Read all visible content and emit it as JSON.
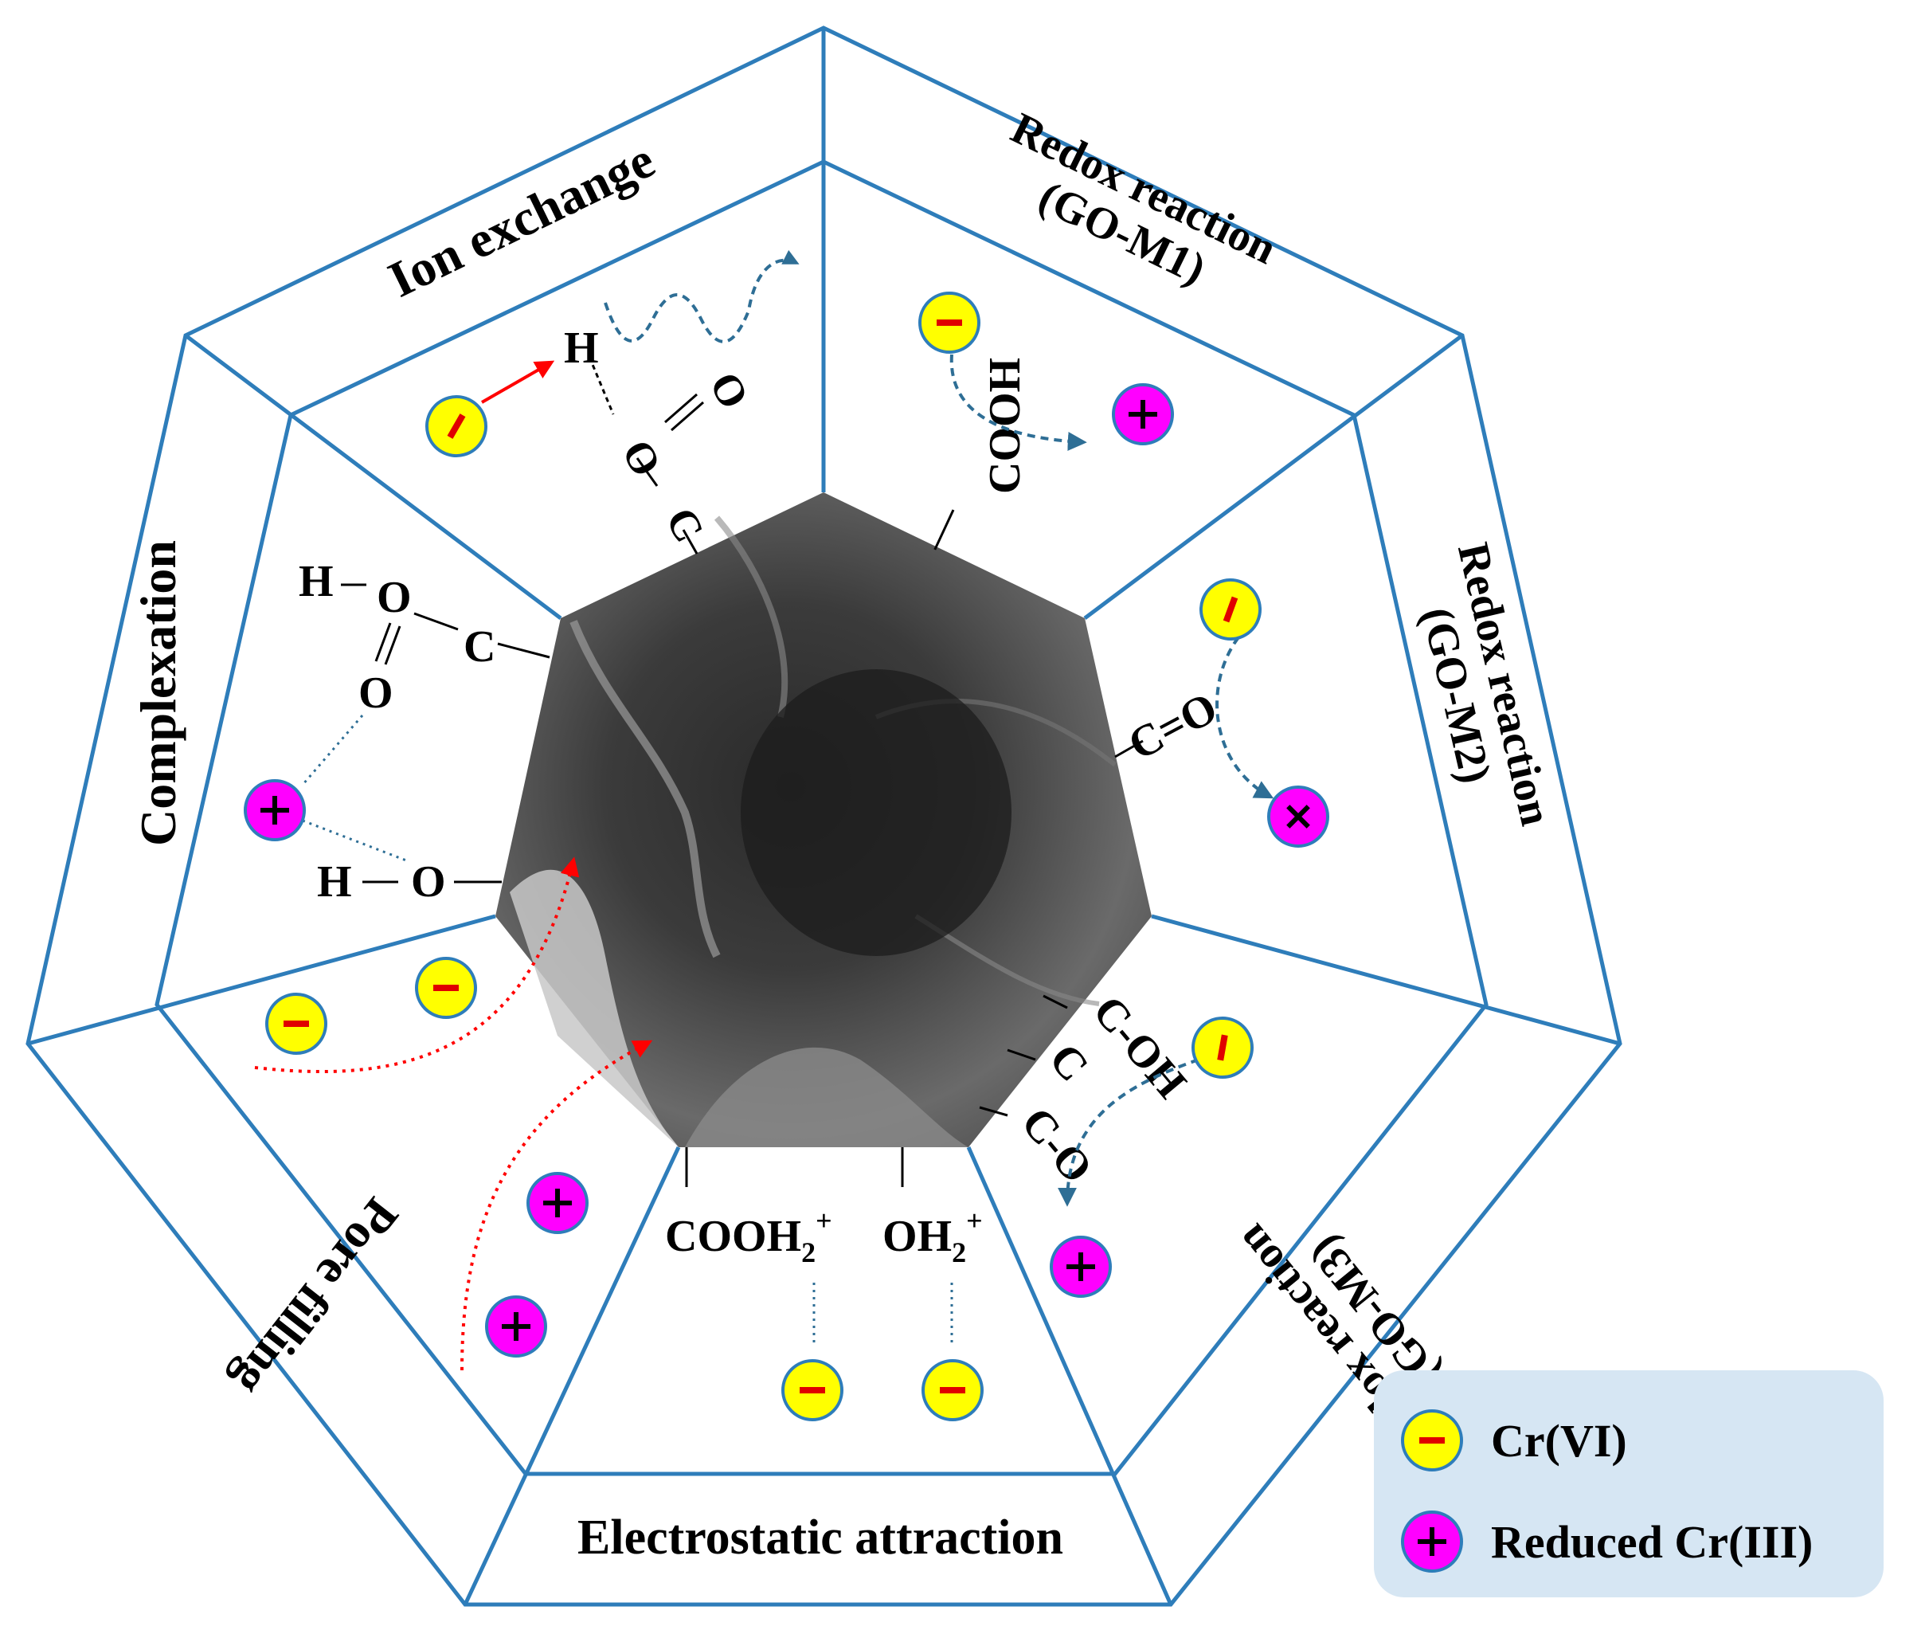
{
  "sections": {
    "ion_exchange": "Ion exchange",
    "redox_m1": [
      "Redox reaction",
      "(GO-M1)"
    ],
    "redox_m2": [
      "Redox reaction",
      "(GO-M2)"
    ],
    "redox_m3": [
      "Redox reaction",
      "(GO-M3)"
    ],
    "electrostatic": "Electrostatic attraction",
    "pore_filling": "Pore filling",
    "complexation": "Complexation"
  },
  "groups": {
    "ion_ex_h": "H",
    "ion_ex_o_double": "O",
    "ion_ex_o": "O",
    "ion_ex_c": "C",
    "m1_cooh": "COOH",
    "m2_co": "C=O",
    "m3_coh": "C-OH",
    "m3_c": "C",
    "m3_co": "C-O",
    "ea_cooh2": "COOH",
    "ea_oh2": "OH",
    "ea_sub": "2",
    "ea_sup": "+",
    "comp_h1": "H",
    "comp_o1": "O",
    "comp_c": "C",
    "comp_o2": "O",
    "comp_h2": "H",
    "comp_o3": "O"
  },
  "legend": {
    "cr6": "Cr(VI)",
    "cr3": "Reduced Cr(III)"
  },
  "ion_signs": {
    "minus": "−",
    "plus": "+",
    "cross": "×"
  },
  "colors": {
    "frame": "#2e7dba",
    "cr6_fill": "#ffff00",
    "cr6_border": "#2e7dba",
    "cr6_sign": "#e00000",
    "cr3_fill": "#ff00ff",
    "cr3_sign": "#000000",
    "legend_bg": "#d6e6f3",
    "arrow_red": "#ff0000",
    "arrow_blue": "#2e6e95"
  }
}
